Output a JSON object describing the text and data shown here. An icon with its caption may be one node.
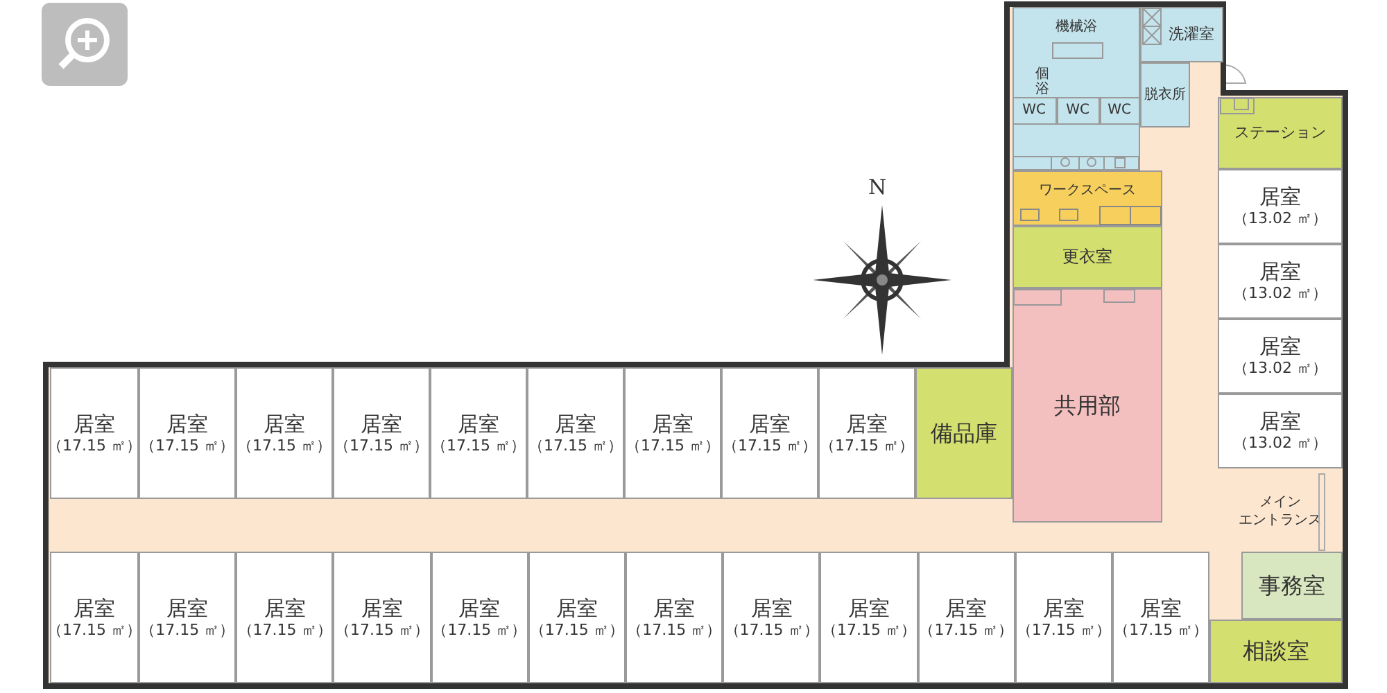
{
  "diagram": {
    "nodes": [
      {
        "text": [
          "機械浴"
        ]
      },
      {
        "text": [
          "個浴"
        ],
        "in": 0
      },
      {
        "text": [
          "WC"
        ],
        "in": 0
      },
      {
        "text": [
          "WC"
        ],
        "in": 0
      },
      {
        "text": [
          "WC"
        ],
        "in": 0
      },
      {
        "text": [
          "洗濯室"
        ]
      },
      {
        "text": [
          "脱衣所"
        ]
      },
      {
        "text": [
          "ワークスペース"
        ]
      },
      {
        "text": [
          "更衣室"
        ]
      },
      {
        "text": [
          "共用部"
        ]
      },
      {
        "text": [
          "ステーション"
        ]
      },
      {
        "text": [
          "居室",
          "（13.02 ㎡）"
        ]
      },
      {
        "text": [
          "居室",
          "（13.02 ㎡）"
        ]
      },
      {
        "text": [
          "居室",
          "（13.02 ㎡）"
        ]
      },
      {
        "text": [
          "居室",
          "（13.02 ㎡）"
        ]
      },
      {
        "text": [
          "居室",
          "（17.15 ㎡）"
        ]
      },
      {
        "text": [
          "居室",
          "（17.15 ㎡）"
        ]
      },
      {
        "text": [
          "居室",
          "（17.15 ㎡）"
        ]
      },
      {
        "text": [
          "居室",
          "（17.15 ㎡）"
        ]
      },
      {
        "text": [
          "居室",
          "（17.15 ㎡）"
        ]
      },
      {
        "text": [
          "居室",
          "（17.15 ㎡）"
        ]
      },
      {
        "text": [
          "居室",
          "（17.15 ㎡）"
        ]
      },
      {
        "text": [
          "居室",
          "（17.15 ㎡）"
        ]
      },
      {
        "text": [
          "居室",
          "（17.15 ㎡）"
        ]
      },
      {
        "text": [
          "備品庫"
        ]
      },
      {
        "text": [
          "メイン",
          "エントランス"
        ]
      },
      {
        "text": [
          "居室",
          "（17.15 ㎡）"
        ]
      },
      {
        "text": [
          "居室",
          "（17.15 ㎡）"
        ]
      },
      {
        "text": [
          "居室",
          "（17.15 ㎡）"
        ]
      },
      {
        "text": [
          "居室",
          "（17.15 ㎡）"
        ]
      },
      {
        "text": [
          "居室",
          "（17.15 ㎡）"
        ]
      },
      {
        "text": [
          "居室",
          "（17.15 ㎡）"
        ]
      },
      {
        "text": [
          "居室",
          "（17.15 ㎡）"
        ]
      },
      {
        "text": [
          "居室",
          "（17.15 ㎡）"
        ]
      },
      {
        "text": [
          "居室",
          "（17.15 ㎡）"
        ]
      },
      {
        "text": [
          "居室",
          "（17.15 ㎡）"
        ]
      },
      {
        "text": [
          "居室",
          "（17.15 ㎡）"
        ]
      },
      {
        "text": [
          "居室",
          "（17.15 ㎡）"
        ]
      },
      {
        "text": [
          "事務室"
        ]
      },
      {
        "text": [
          "相談室"
        ]
      }
    ],
    "labels": [
      "N"
    ]
  }
}
